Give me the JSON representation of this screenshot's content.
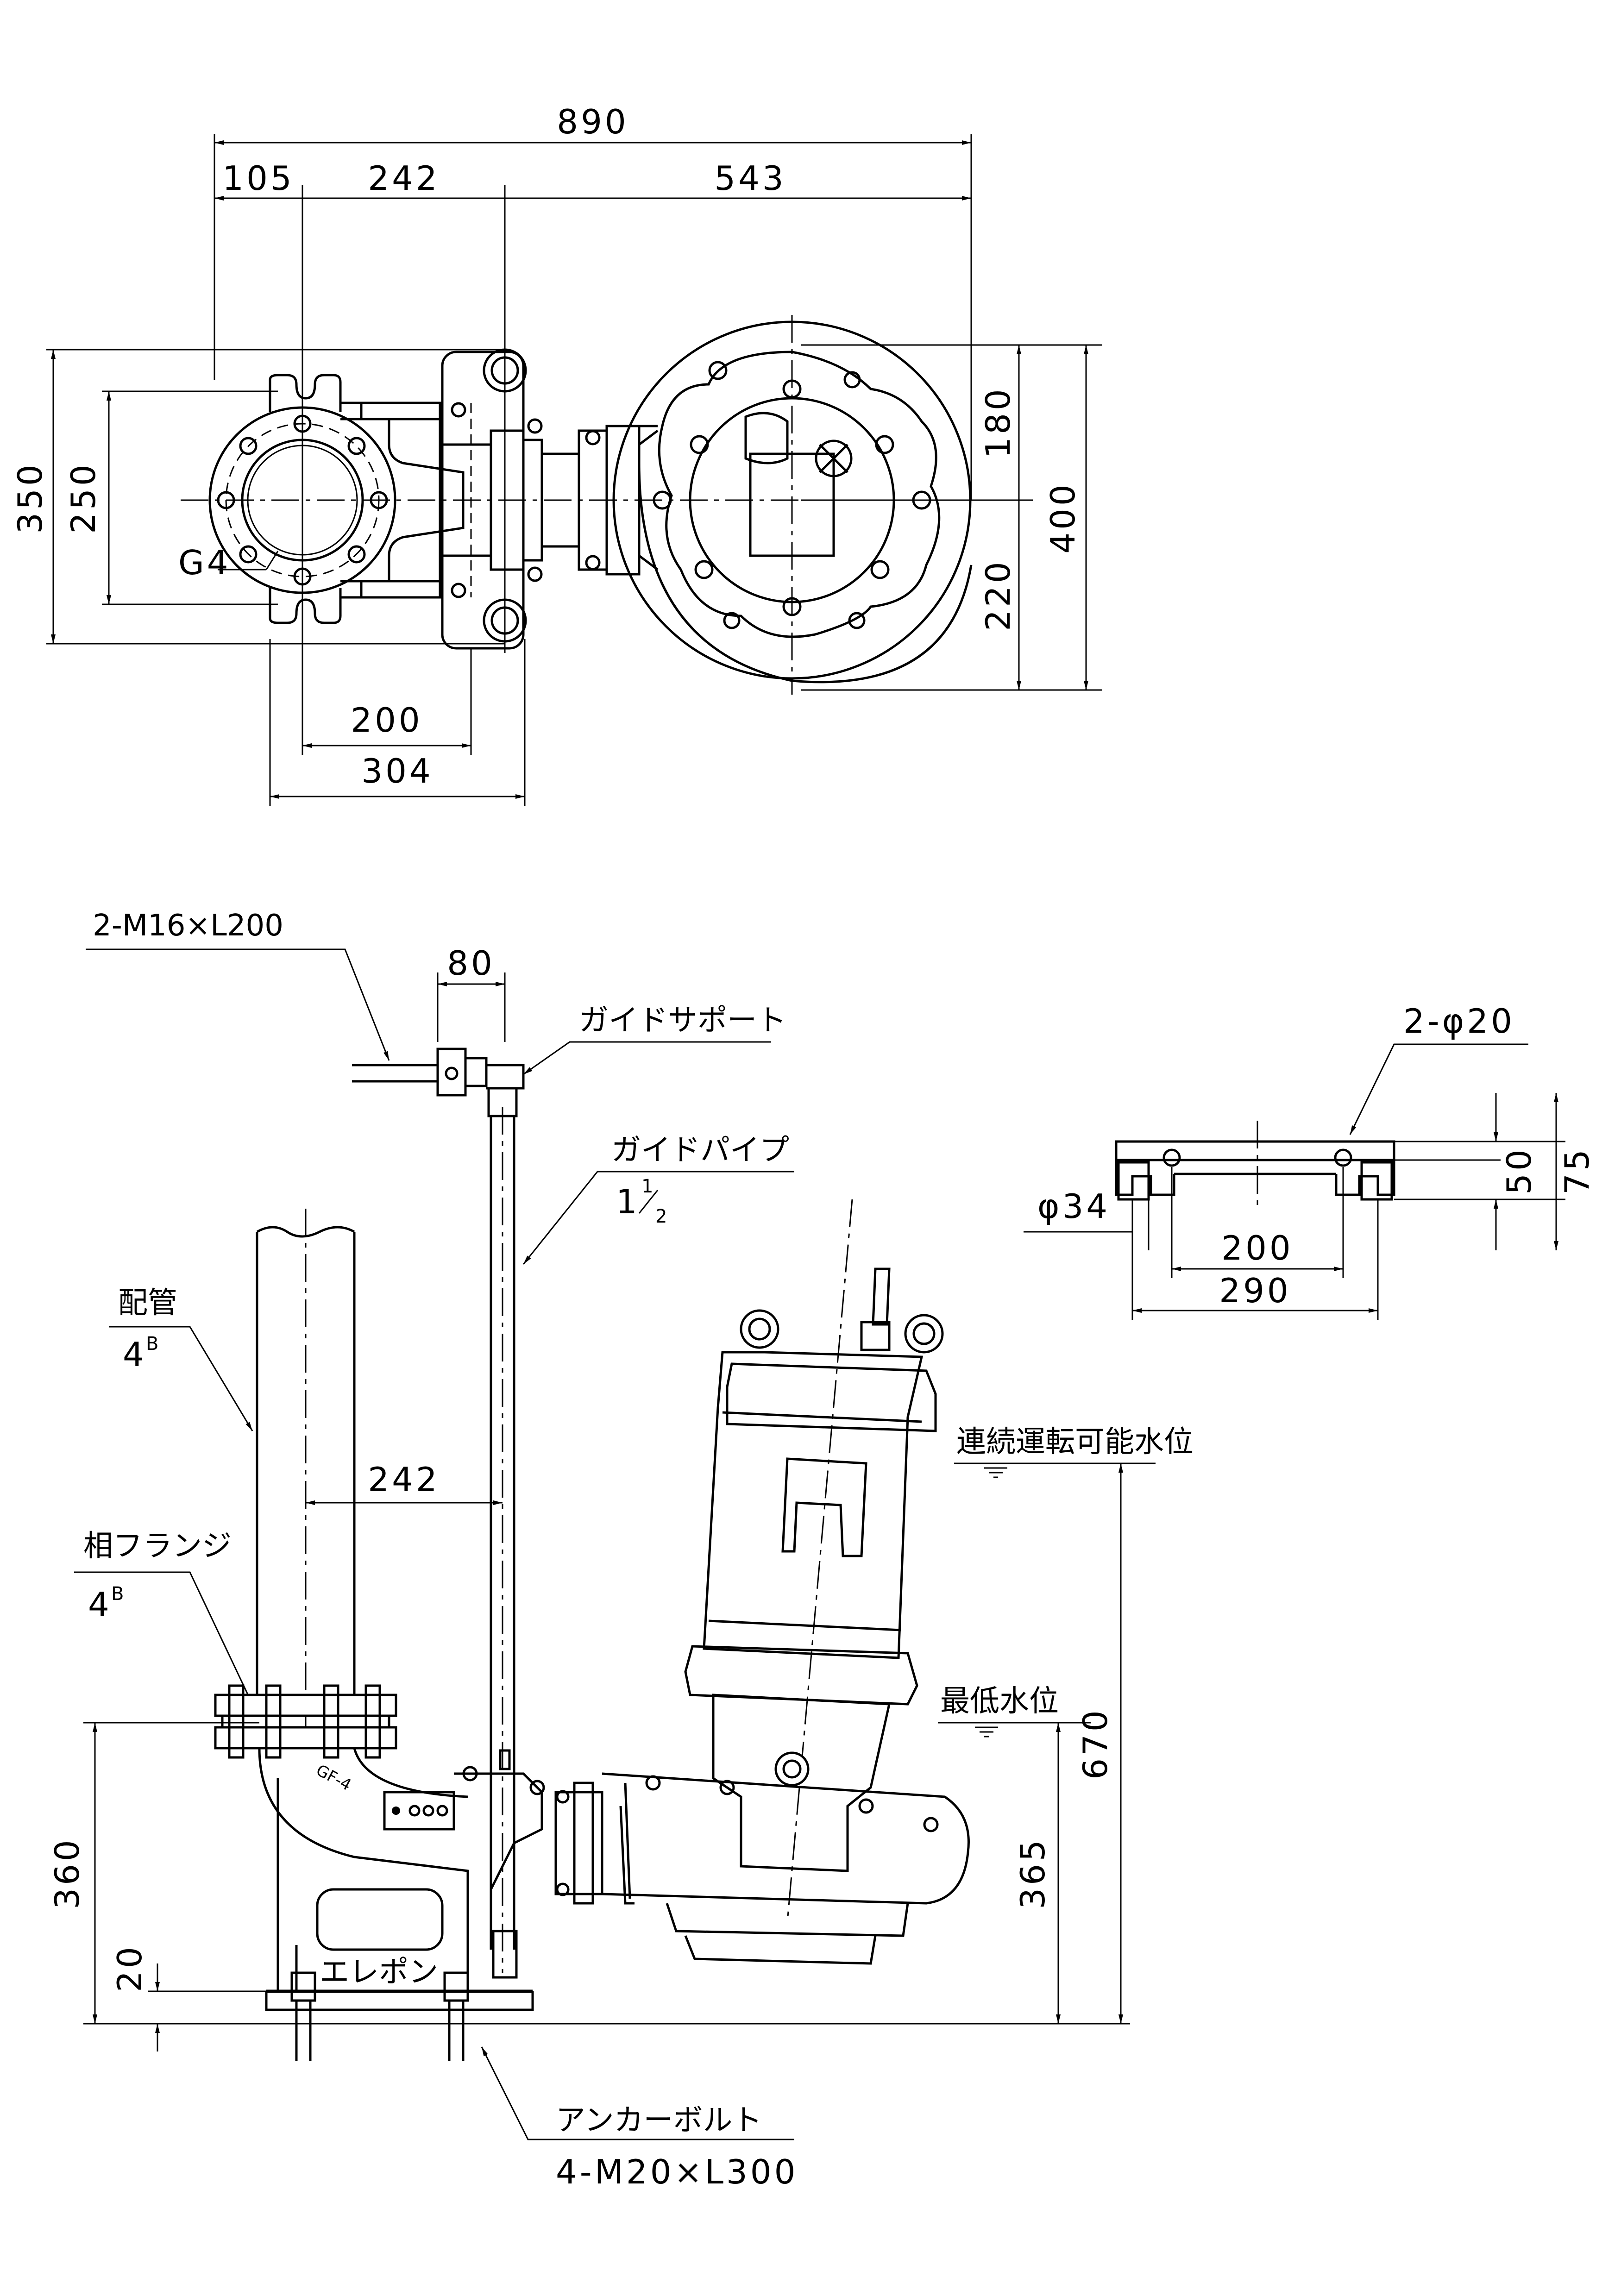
{
  "top_view": {
    "dims": {
      "overall_width": "890",
      "left_offset": "105",
      "middle_width": "242",
      "right_width": "543",
      "height_left": "350",
      "height_inner": "250",
      "height_upper_right": "180",
      "height_lower_right": "220",
      "height_total_right": "400",
      "bottom_inner": "200",
      "bottom_outer": "304"
    },
    "label_flange": "G4"
  },
  "side_view": {
    "guide_bolt": "2-M16×L200",
    "guide_support": "ガイドサポート",
    "guide_pipe": "ガイドパイプ",
    "guide_pipe_size_whole": "1",
    "guide_pipe_size_num": "1",
    "guide_pipe_size_den": "2",
    "dim_80": "80",
    "piping": "配管",
    "piping_size": "4",
    "piping_size_sup": "B",
    "dim_242": "242",
    "mating_flange": "相フランジ",
    "mating_flange_size": "4",
    "mating_flange_size_sup": "B",
    "continuous_water_level": "連続運転可能水位",
    "lowest_water_level": "最低水位",
    "dim_670": "670",
    "dim_365": "365",
    "dim_360": "360",
    "dim_20": "20",
    "anchor_bolt": "アンカーボルト",
    "anchor_bolt_spec": "4-M20×L300",
    "base_marking": "GF-4",
    "brand_logo": "エレポン"
  },
  "base_detail": {
    "holes": "2-φ20",
    "dim_phi34": "φ34",
    "dim_200": "200",
    "dim_290": "290",
    "dim_50": "50",
    "dim_75": "75"
  }
}
